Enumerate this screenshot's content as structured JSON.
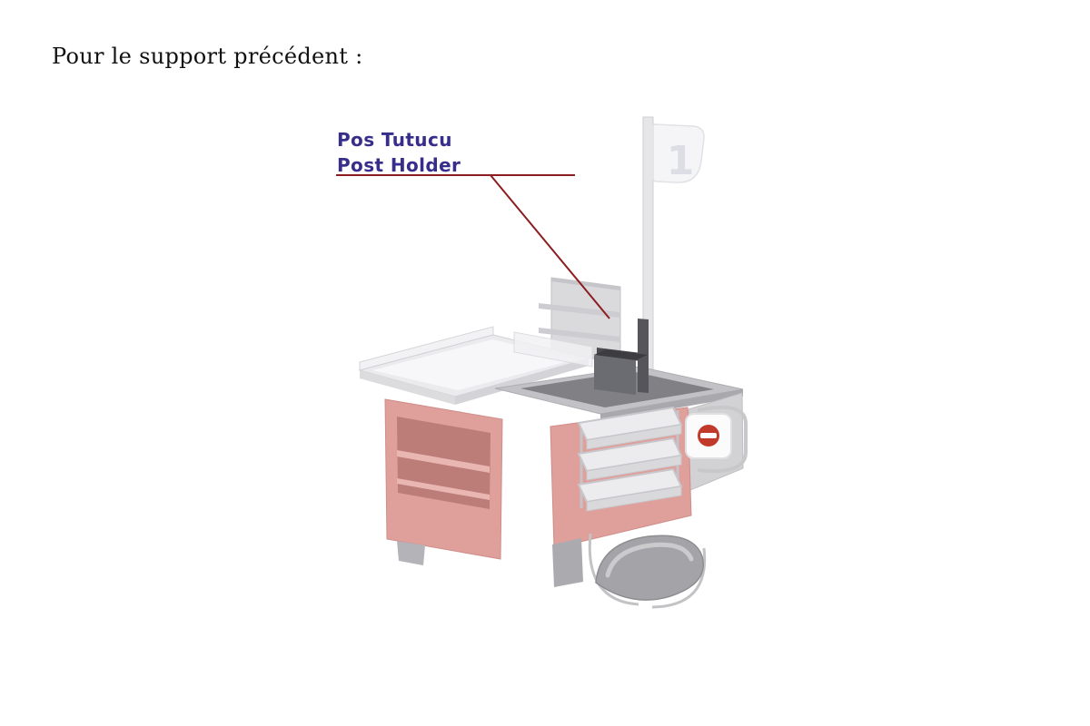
{
  "page": {
    "title": "Pour le support précédent :"
  },
  "annotation": {
    "line1": "Pos Tutucu",
    "line2": "Post Holder",
    "label_color": "#372e8c",
    "leader_color": "#8c1d20"
  },
  "figure": {
    "flag_number": "1",
    "counter_color": "#df9f9b",
    "sign_color": "#c0392b"
  }
}
